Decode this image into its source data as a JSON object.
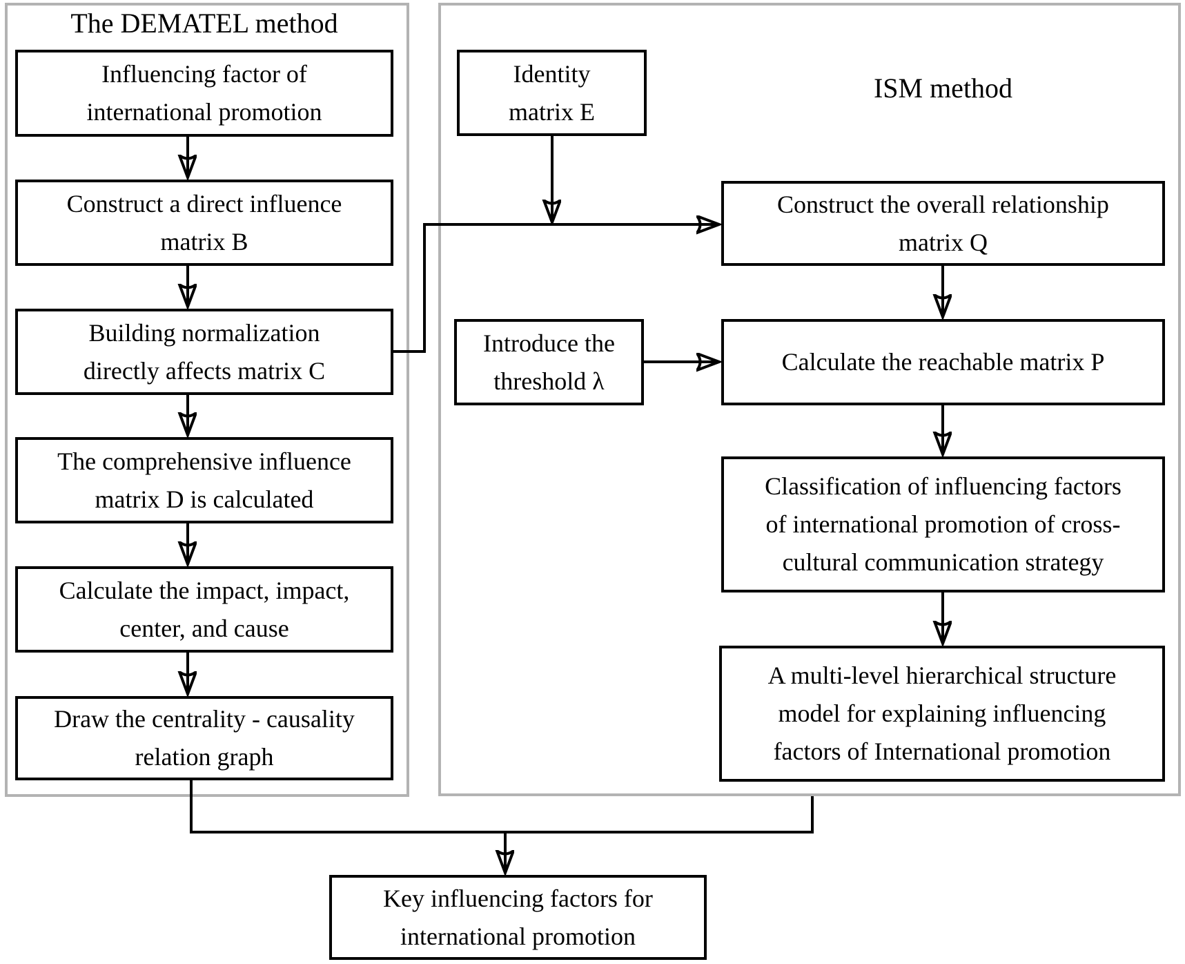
{
  "colors": {
    "background": "#ffffff",
    "box_border": "#000000",
    "panel_border": "#b3b3b3",
    "text": "#000000",
    "arrow": "#000000"
  },
  "dematel": {
    "title": "The DEMATEL method",
    "steps": [
      "Influencing factor of\ninternational promotion",
      "Construct a direct influence\nmatrix B",
      "Building normalization\ndirectly affects matrix C",
      "The comprehensive influence\nmatrix D is calculated",
      "Calculate the impact, impact,\ncenter, and cause",
      "Draw the centrality - causality\nrelation graph"
    ]
  },
  "ism": {
    "title": "ISM method",
    "inputs": [
      "Identity\nmatrix E",
      "Introduce the\nthreshold λ"
    ],
    "steps": [
      "Construct the overall relationship\nmatrix Q",
      "Calculate the reachable matrix P",
      "Classification of influencing factors\nof international promotion of cross-\ncultural communication strategy",
      "A multi-level hierarchical structure\nmodel for explaining influencing\nfactors of International promotion"
    ]
  },
  "result": "Key influencing factors for\ninternational promotion"
}
